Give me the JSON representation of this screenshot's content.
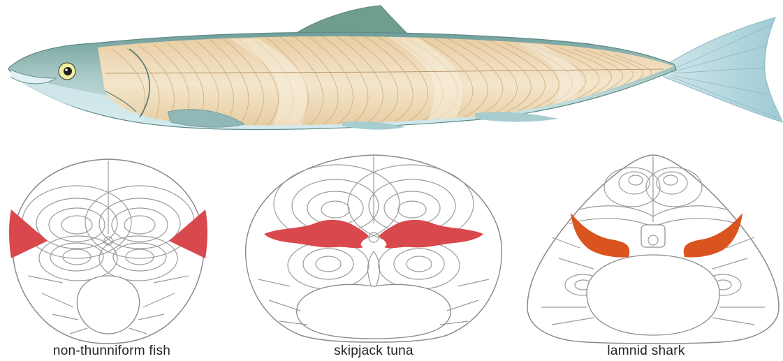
{
  "captions": {
    "non_thunniform": "non-thunniform fish",
    "skipjack": "skipjack tuna",
    "lamnid": "lamnid shark"
  },
  "colors": {
    "red_muscle": "#d9484c",
    "shark_red_muscle": "#d9541e",
    "fish_back": "#7aa7a2",
    "fish_belly": "#cfe8ee",
    "muscle_tan": "#e8d2aa",
    "muscle_light": "#f6ead6",
    "tail_blue": "#a9d4dc"
  }
}
